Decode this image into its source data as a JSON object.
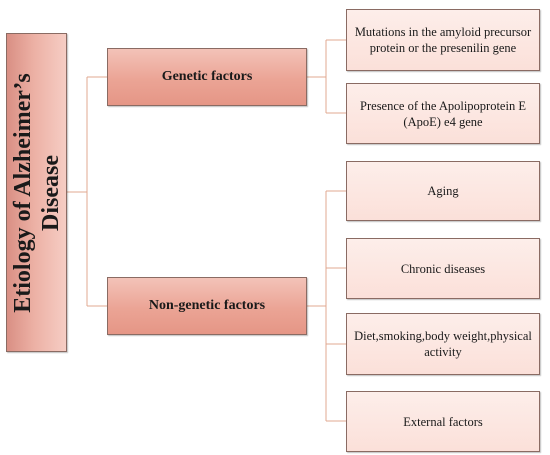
{
  "root": {
    "line1": "Etiology of Alzheimer’s",
    "line2": "Disease"
  },
  "branches": {
    "genetic": {
      "label": "Genetic factors",
      "children": [
        "Mutations in the amyloid precursor protein or the presenilin gene",
        "Presence of the Apolipoprotein E (ApoE) e4 gene"
      ]
    },
    "non_genetic": {
      "label": "Non-genetic factors",
      "children": [
        "Aging",
        "Chronic diseases",
        "Diet,smoking,body weight,physical activity",
        "External factors"
      ]
    }
  },
  "colors": {
    "root_fill": "#d98f84",
    "branch_fill": "#eba495",
    "leaf_fill": "#fbe0d9",
    "border": "#8a6b63",
    "connector": "#e0a890"
  }
}
